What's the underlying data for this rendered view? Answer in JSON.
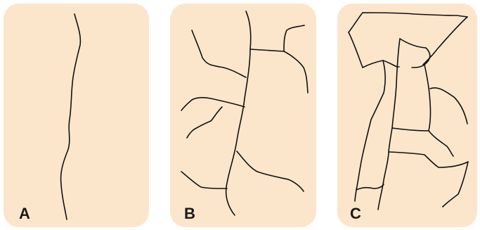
{
  "figure": {
    "panel_fill": "#fbe6cc",
    "line_color": "#111111",
    "panels": [
      {
        "id": "A",
        "label": "A",
        "crack_count": 1
      },
      {
        "id": "B",
        "label": "B",
        "crack_count": 12
      },
      {
        "id": "C",
        "label": "C",
        "crack_count": 16
      }
    ]
  }
}
